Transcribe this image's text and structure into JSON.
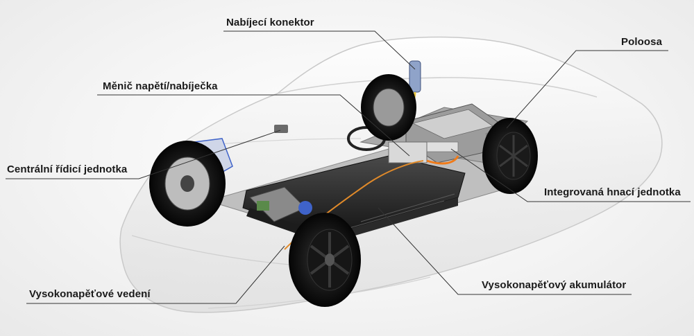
{
  "labels": {
    "charging_connector": "Nabíjecí konektor",
    "half_shaft": "Poloosa",
    "inverter_charger": "Měnič napětí/nabíječka",
    "central_control_unit": "Centrální řídicí jednotka",
    "integrated_drive_unit": "Integrovaná hnací jednotka",
    "high_voltage_battery": "Vysokonapěťový akumulátor",
    "high_voltage_wiring": "Vysokonapěťové vedení"
  },
  "colors": {
    "leader_line": "#333333",
    "body_glass": "#ffffff",
    "tire": "#111111",
    "battery": "#2a2a2a",
    "orange_cable": "#f07b1a",
    "blue_parts": "#3f63c9",
    "yellow_cable": "#e8c53a"
  }
}
